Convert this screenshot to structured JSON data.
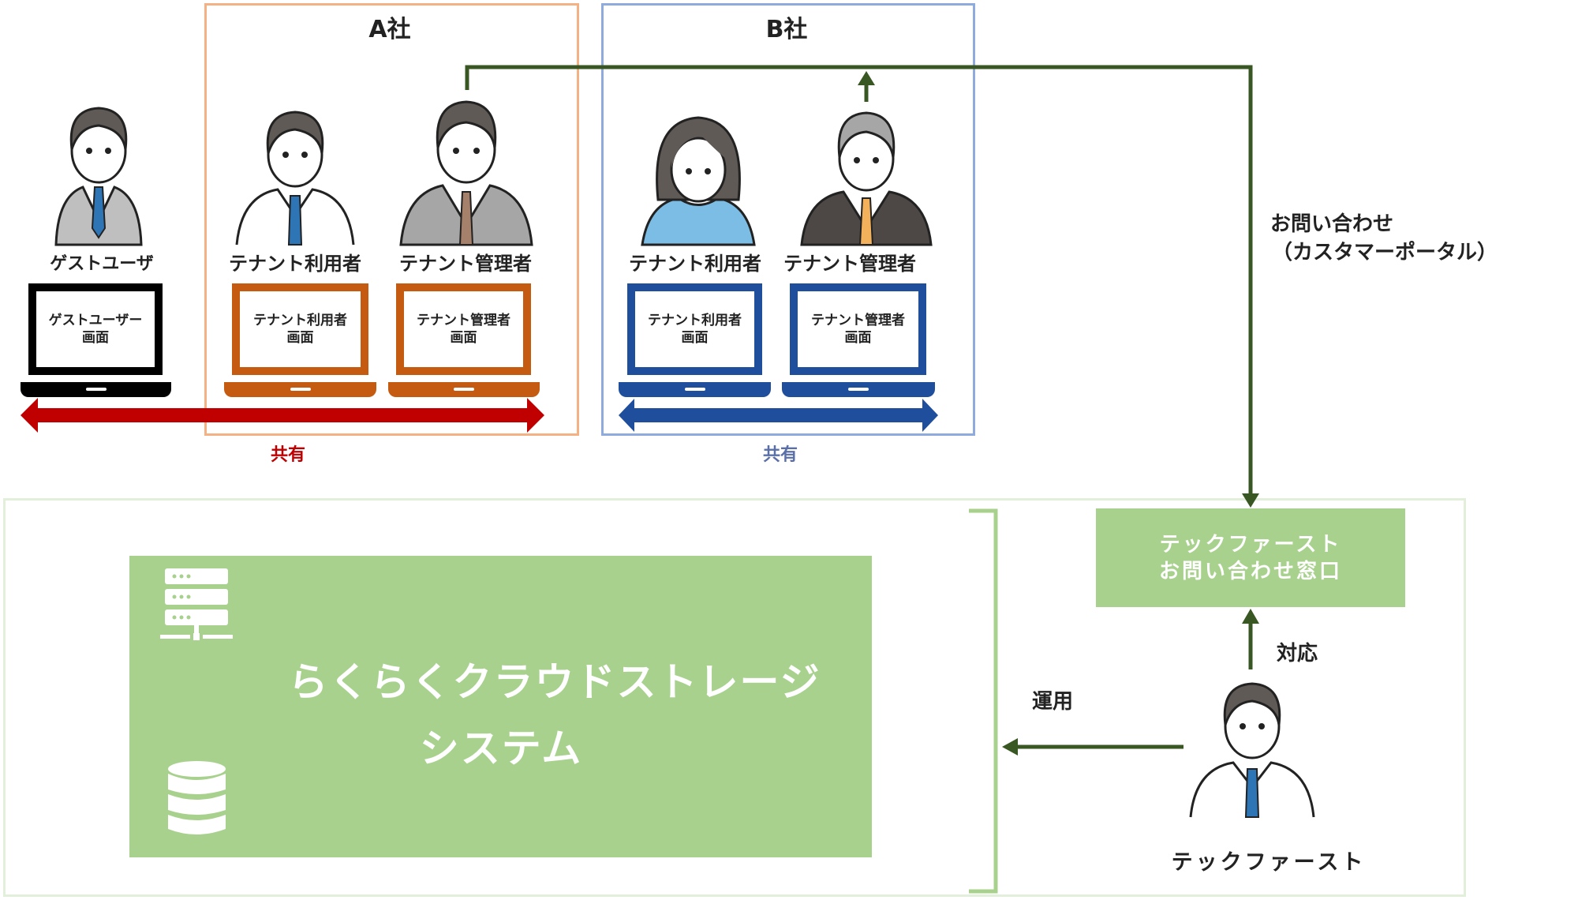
{
  "companies": [
    {
      "name": "A社",
      "color": "#f4b183"
    },
    {
      "name": "B社",
      "color": "#8faadc"
    }
  ],
  "people": [
    {
      "role": "ゲストユーザ",
      "screen": "ゲストユーザー\n画面",
      "laptop_color": "#000000"
    },
    {
      "role": "テナント利用者",
      "screen": "テナント利用者\n画面",
      "laptop_color": "#c55a11"
    },
    {
      "role": "テナント管理者",
      "screen": "テナント管理者\n画面",
      "laptop_color": "#c55a11"
    },
    {
      "role": "テナント利用者",
      "screen": "テナント利用者\n画面",
      "laptop_color": "#1f4e9c"
    },
    {
      "role": "テナント管理者",
      "screen": "テナント管理者\n画面",
      "laptop_color": "#1f4e9c"
    }
  ],
  "shared": {
    "a": "共有",
    "b": "共有",
    "a_color": "#c00000",
    "b_color": "#1f4e9c"
  },
  "inquiry_label": {
    "line1": "お問い合わせ",
    "line2": "（カスタマーポータル）"
  },
  "system": {
    "line1": "らくらくクラウドストレージ",
    "line2": "システム",
    "color": "#a9d18e"
  },
  "icons": [
    "server-icon",
    "database-icon"
  ],
  "inquiry_desk": {
    "line1": "テックファースト",
    "line2": "お問い合わせ窓口"
  },
  "response_label": "対応",
  "operation_label": "運用",
  "techfirst_label": "テックファースト",
  "arrow_color": "#385723"
}
